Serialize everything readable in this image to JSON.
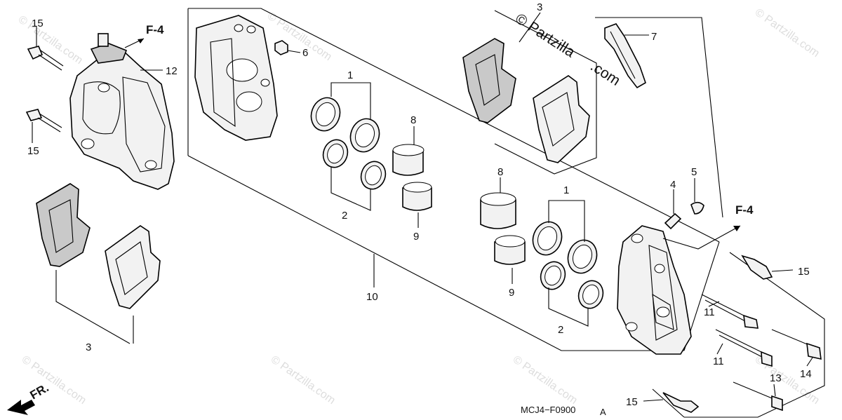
{
  "watermark": {
    "text": "© Partzilla.com",
    "main_line1": "© Partzilla",
    "main_line2": ".com"
  },
  "labels": {
    "orientation_left": "F-4",
    "orientation_right": "F-4",
    "front": "FR.",
    "diagram_code": "MCJ4−F0900",
    "diagram_code_suffix": "A"
  },
  "callouts": {
    "c15_top": "15",
    "c15_mid": "15",
    "c12": "12",
    "c6": "6",
    "c3_top": "3",
    "c7": "7",
    "c1_top": "1",
    "c2_top": "2",
    "c8_top": "8",
    "c9_top": "9",
    "c10": "10",
    "c3_bottom": "3",
    "c8_mid": "8",
    "c1_mid": "1",
    "c9_mid": "9",
    "c2_mid": "2",
    "c4": "4",
    "c5": "5",
    "c15_right": "15",
    "c11_top": "11",
    "c11_bottom": "11",
    "c14": "14",
    "c13": "13",
    "c15_bottom": "15"
  }
}
